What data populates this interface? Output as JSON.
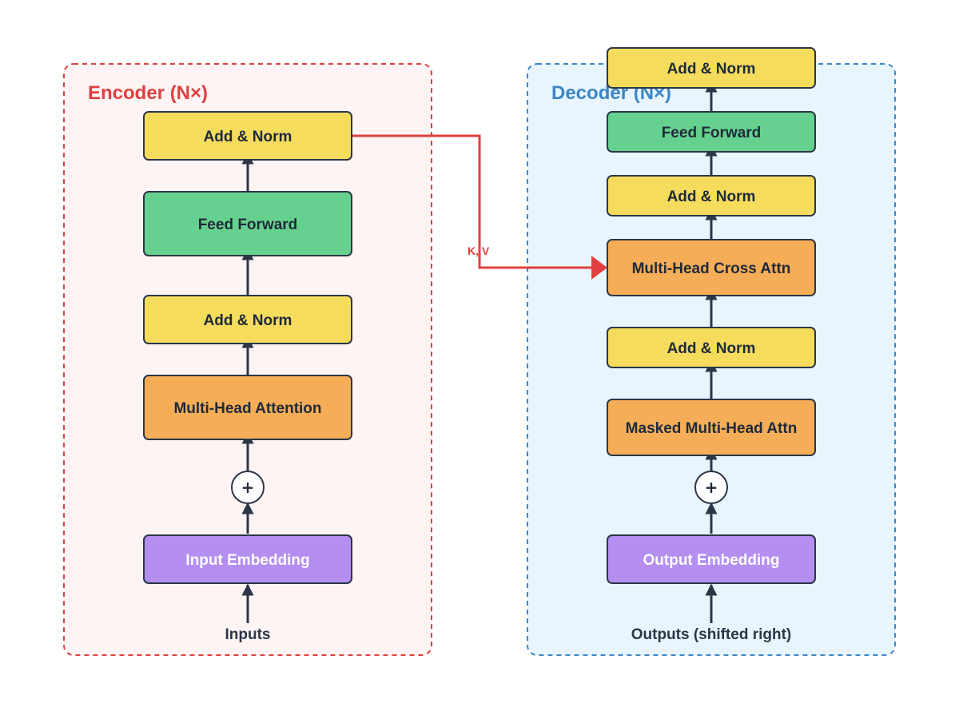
{
  "colors": {
    "encoder_accent": "#e04040",
    "decoder_accent": "#3a86c8",
    "add_norm": "#f5dc5c",
    "feed_forward": "#66d18e",
    "attention": "#f5ad57",
    "embedding": "#b48ef0",
    "stroke": "#2b3648"
  },
  "encoder": {
    "title": "Encoder (N×)",
    "input_label": "Inputs",
    "input_embedding": "Input Embedding",
    "positional_add": "+",
    "attention": "Multi-Head Attention",
    "add_norm_1": "Add & Norm",
    "feed_forward": "Feed Forward",
    "add_norm_2": "Add & Norm"
  },
  "decoder": {
    "title": "Decoder (N×)",
    "output_label": "Outputs (shifted right)",
    "output_embedding": "Output Embedding",
    "positional_add": "+",
    "masked_attention": "Masked Multi-Head Attn",
    "add_norm_1": "Add & Norm",
    "cross_attention": "Multi-Head Cross Attn",
    "add_norm_2": "Add & Norm",
    "feed_forward": "Feed Forward",
    "add_norm_3": "Add & Norm"
  },
  "connection": {
    "kv_label": "K, V"
  }
}
